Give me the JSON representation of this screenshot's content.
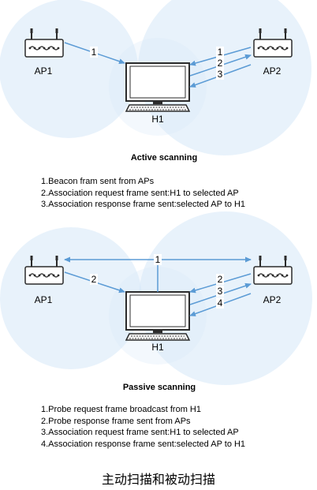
{
  "active": {
    "caption": "Active scanning",
    "ap_left": "AP1",
    "ap_right": "AP2",
    "host": "H1",
    "arrow_labels": [
      "1",
      "1",
      "2",
      "3"
    ],
    "notes": [
      "1.Beacon fram sent from APs",
      "2.Association request frame sent:H1 to selected AP",
      "3.Association response frame sent:selected AP to H1"
    ]
  },
  "passive": {
    "caption": "Passive scanning",
    "ap_left": "AP1",
    "ap_right": "AP2",
    "host": "H1",
    "arrow_labels": [
      "1",
      "2",
      "2",
      "3",
      "4"
    ],
    "notes": [
      "1.Probe request frame broadcast from H1",
      "2.Probe response frame sent from APs",
      "3.Association request frame sent:H1 to selected AP",
      "4.Association response frame sent:selected AP to H1"
    ]
  },
  "footer": "主动扫描和被动扫描",
  "colors": {
    "coverage": "#d6e8f7",
    "arrow": "#5b9bd5",
    "device_stroke": "#2b2b2b"
  }
}
